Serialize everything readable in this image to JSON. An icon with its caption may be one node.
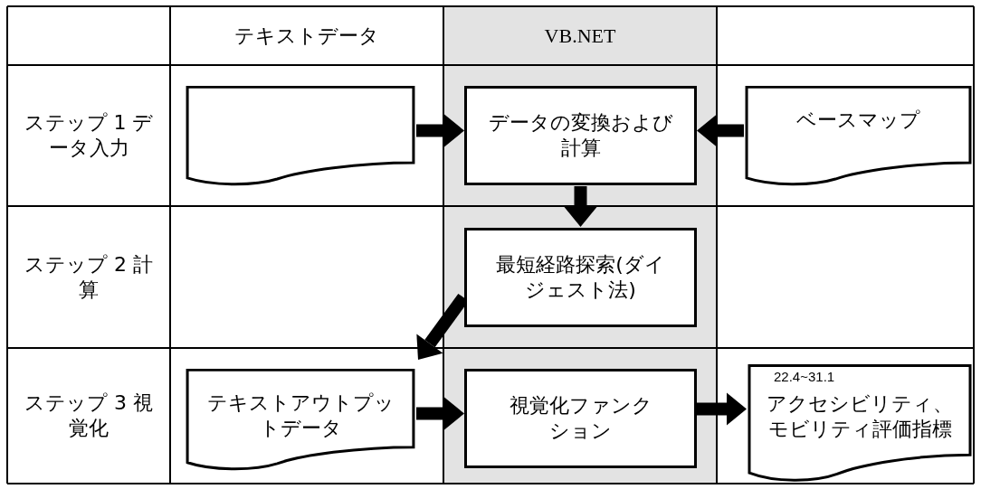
{
  "diagram": {
    "nodes": [
      {
        "text": [],
        "shape": "document"
      },
      {
        "text": [
          "データの変換および計算"
        ]
      },
      {
        "text": [
          "ベースマップ"
        ]
      },
      {
        "text": [
          "最短経路探索(ダイジェスト法)"
        ]
      },
      {
        "text": [
          "テキストアウトプットデータ"
        ]
      },
      {
        "text": [
          "視覚化ファンクション"
        ]
      },
      {
        "text": [
          "22.4~31.1",
          "アクセシビリティ、モビリティ評価指標"
        ]
      }
    ],
    "edges": [
      {
        "from": 0,
        "to": 1,
        "arrow": "to"
      },
      {
        "from": 2,
        "to": 1,
        "arrow": "to"
      },
      {
        "from": 1,
        "to": 3,
        "arrow": "to"
      },
      {
        "from": 3,
        "to": 4,
        "arrow": "to"
      },
      {
        "from": 4,
        "to": 5,
        "arrow": "to"
      },
      {
        "from": 5,
        "to": 6,
        "arrow": "to"
      }
    ],
    "labels": [
      "テキストデータ",
      "VB.NET",
      "ステップ 1 データ入力",
      "ステップ 2 計算",
      "ステップ 3 視覚化"
    ]
  }
}
